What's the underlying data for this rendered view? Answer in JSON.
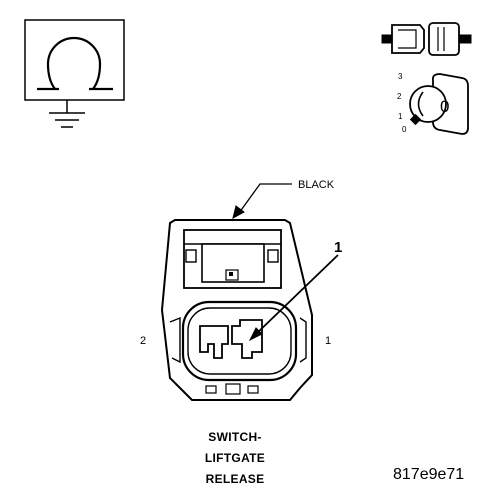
{
  "icons": {
    "ground_symbol": "ohm-ground-icon",
    "connector_view": "connector-plug-icon",
    "ignition_key": "ignition-key-icon"
  },
  "ignition": {
    "positions": [
      "3",
      "2",
      "1",
      "0"
    ],
    "key_label": "0"
  },
  "connector": {
    "color_label": "BLACK",
    "callout": "1",
    "pin_left": "2",
    "pin_right": "1"
  },
  "caption": {
    "line1": "SWITCH-",
    "line2": "LIFTGATE",
    "line3": "RELEASE"
  },
  "figure_id": "817e9e71"
}
